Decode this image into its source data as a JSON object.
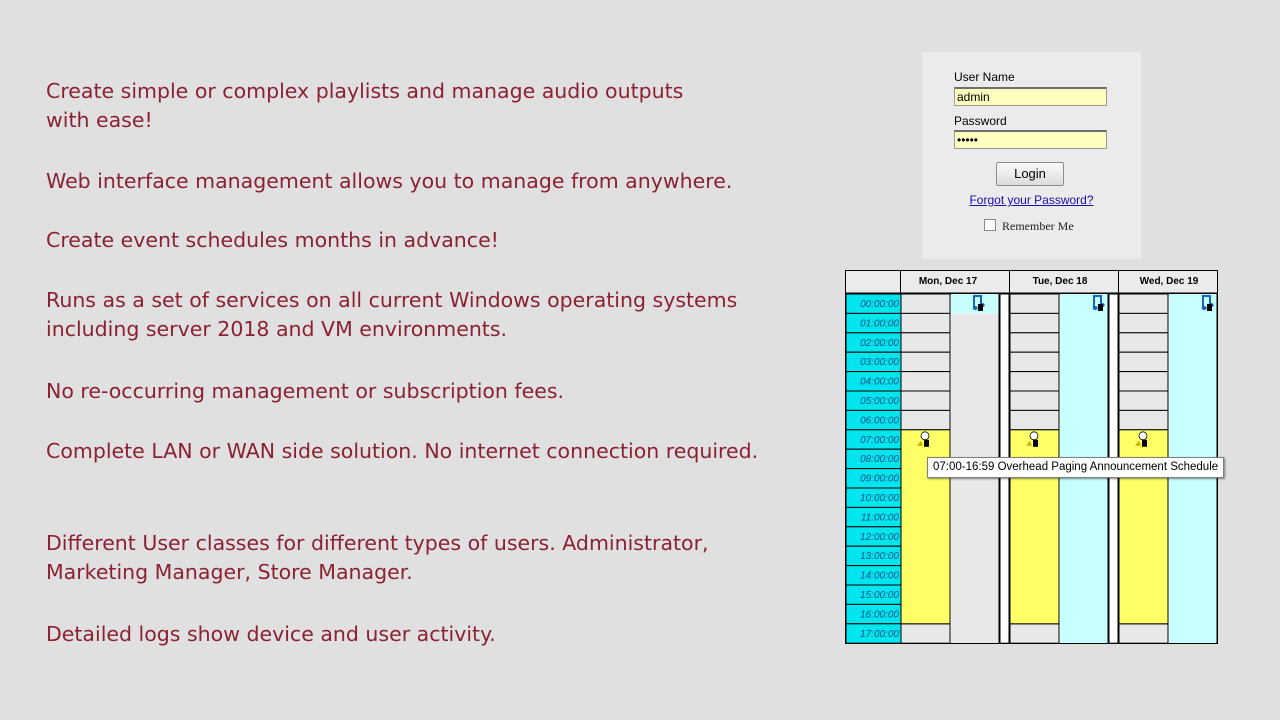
{
  "bullets": [
    "Create simple or complex playlists and manage audio outputs\nwith ease!",
    "Web interface management allows you to manage from anywhere.",
    "Create event schedules months in advance!",
    "Runs as a set of services on all current Windows operating systems\nincluding server 2018 and VM environments.",
    "No re-occurring management or subscription fees.",
    "Complete LAN or WAN side solution. No internet connection required.",
    "Different User classes for different types of users.  Administrator,\nMarketing Manager, Store Manager.",
    "Detailed logs show device and user activity."
  ],
  "login": {
    "username_label": "User Name",
    "username_value": "admin",
    "password_label": "Password",
    "password_value": "•••••",
    "login_button": "Login",
    "forgot_link": "Forgot your Password?",
    "remember_label": "Remember Me"
  },
  "schedule": {
    "days": [
      "Mon, Dec 17",
      "Tue, Dec 18",
      "Wed, Dec 19"
    ],
    "times": [
      "00:00:00",
      "01:00:00",
      "02:00:00",
      "03:00:00",
      "04:00:00",
      "05:00:00",
      "06:00:00",
      "07:00:00",
      "08:00:00",
      "09:00:00",
      "10:00:00",
      "11:00:00",
      "12:00:00",
      "13:00:00",
      "14:00:00",
      "15:00:00",
      "16:00:00",
      "17:00:00"
    ],
    "tooltip": "07:00-16:59 Overhead Paging Announcement Schedule",
    "colors": {
      "time_bg": "#00e5ee",
      "announcement": "#ffff66",
      "music": "#c8ffff",
      "empty": "#e8e8e8",
      "header_bg": "#ebebeb"
    }
  }
}
